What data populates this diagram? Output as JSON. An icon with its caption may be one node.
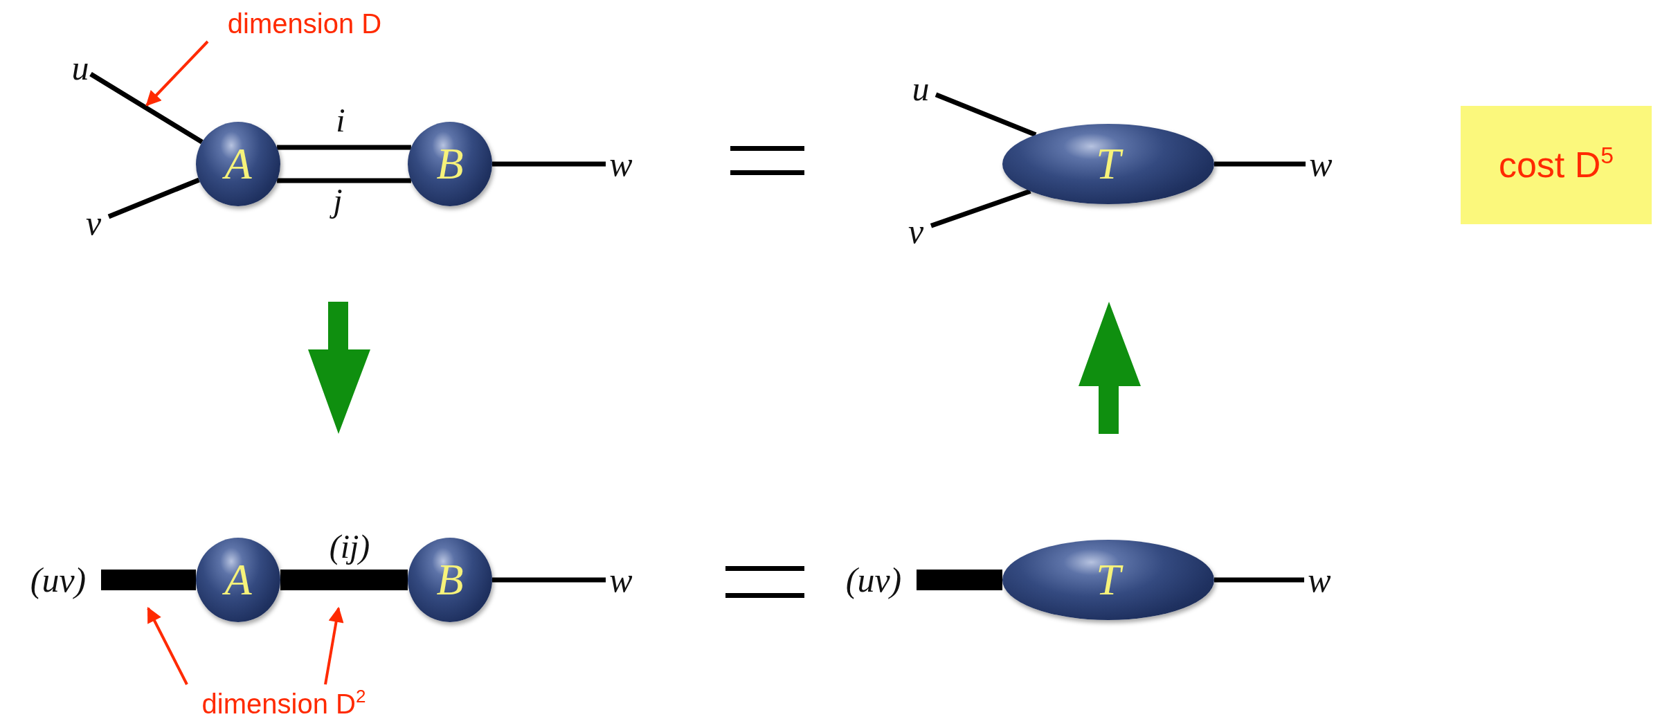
{
  "diagram": {
    "nodes": [
      {
        "text": [
          "dimension D"
        ]
      },
      {
        "text": [
          "u"
        ]
      },
      {
        "text": [
          "v"
        ]
      },
      {
        "text": [
          "A"
        ]
      },
      {
        "text": [
          "B"
        ]
      },
      {
        "text": [
          "w"
        ]
      },
      {
        "text": [
          "u"
        ]
      },
      {
        "text": [
          "v"
        ]
      },
      {
        "text": [
          "T"
        ]
      },
      {
        "text": [
          "w"
        ]
      },
      {
        "text": [
          "cost D$^{5}$"
        ]
      },
      {
        "text": [
          "(uv)"
        ]
      },
      {
        "text": [
          "A"
        ]
      },
      {
        "text": [
          "B"
        ]
      },
      {
        "text": [
          "w"
        ]
      },
      {
        "text": [
          "(uv)"
        ]
      },
      {
        "text": [
          "T"
        ]
      },
      {
        "text": [
          "w"
        ]
      },
      {
        "text": [
          "dimension D$^{2}$"
        ]
      }
    ],
    "edges": [
      {
        "from": 1,
        "to": 3,
        "arrow": "none"
      },
      {
        "from": 2,
        "to": 3,
        "arrow": "none"
      },
      {
        "from": 3,
        "to": 4,
        "arrow": "none",
        "label": "i"
      },
      {
        "from": 3,
        "to": 4,
        "arrow": "none",
        "label": "j"
      },
      {
        "from": 4,
        "to": 5,
        "arrow": "none"
      },
      {
        "from": 6,
        "to": 8,
        "arrow": "none"
      },
      {
        "from": 7,
        "to": 8,
        "arrow": "none"
      },
      {
        "from": 8,
        "to": 9,
        "arrow": "none"
      },
      {
        "from": 11,
        "to": 12,
        "arrow": "none",
        "style": "thick"
      },
      {
        "from": 12,
        "to": 13,
        "arrow": "none",
        "style": "thick",
        "label": "(ij)"
      },
      {
        "from": 13,
        "to": 14,
        "arrow": "none"
      },
      {
        "from": 15,
        "to": 16,
        "arrow": "none",
        "style": "thick"
      },
      {
        "from": 16,
        "to": 17,
        "arrow": "none"
      },
      {
        "from": 0,
        "to": null,
        "arrow": "to",
        "color": "#ff2a00"
      },
      {
        "from": 18,
        "to": null,
        "arrow": "to",
        "color": "#ff2a00"
      },
      {
        "from": 18,
        "to": null,
        "arrow": "to",
        "color": "#ff2a00"
      }
    ]
  }
}
